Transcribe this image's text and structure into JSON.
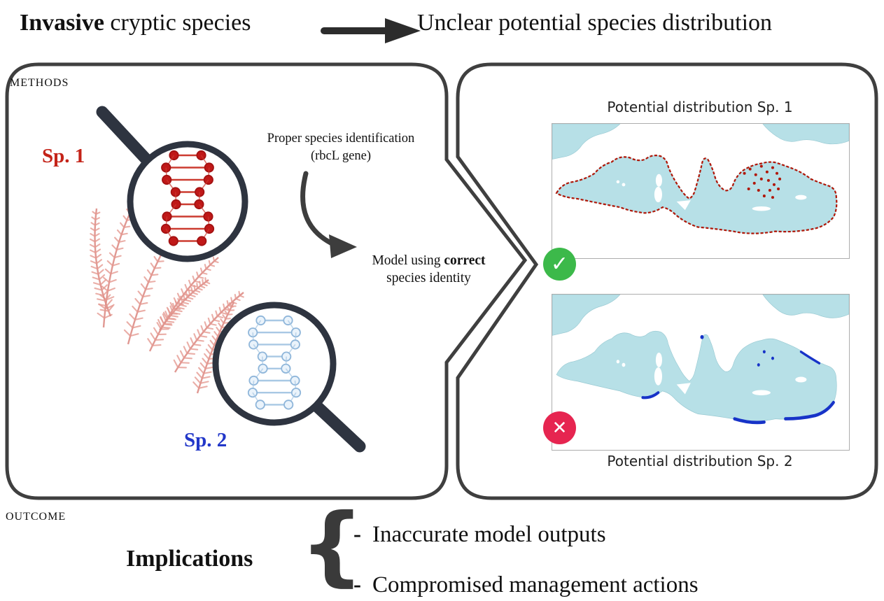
{
  "header": {
    "invasive_bold": "Invasive",
    "invasive_rest": " cryptic species",
    "right_text": "Unclear potential species distribution"
  },
  "methods": {
    "panel_label": "METHODS",
    "sp1_label": "Sp. 1",
    "sp2_label": "Sp. 2",
    "identification_line1": "Proper species identification",
    "identification_line2": "(rbcL gene)",
    "model_line1_pre": "Model using ",
    "model_line1_bold": "correct",
    "model_line2": "species identity"
  },
  "results": {
    "map1_title": "Potential distribution Sp. 1",
    "map2_title": "Potential distribution Sp. 2",
    "check_glyph": "✓",
    "cross_glyph": "✕"
  },
  "outcome": {
    "panel_label": "OUTCOME",
    "implications_label": "Implications",
    "brace_glyph": "{",
    "bullet_dash": "-",
    "bullets": [
      "Inaccurate model outputs",
      "Compromised management actions"
    ]
  },
  "colors": {
    "sp1_red": "#c42318",
    "sp2_blue": "#2237c9",
    "outline_dark": "#3f3f3f",
    "sea_fill": "#b7e0e7",
    "map1_presence_red": "#b01708",
    "map2_presence_blue": "#1733c8",
    "check_green": "#3cb94a",
    "cross_red": "#e62550",
    "seaweed_pink": "#e59a92"
  }
}
